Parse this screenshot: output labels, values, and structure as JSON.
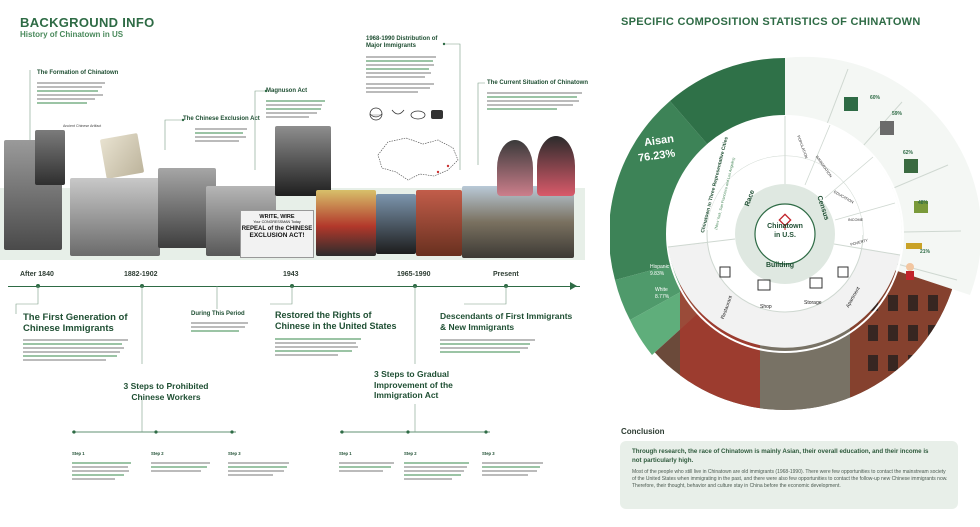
{
  "header": {
    "title": "BACKGROUND INFO",
    "subtitle": "History of Chinatown in US",
    "right_title": "SPECIFIC COMPOSITION STATISTICS OF CHINATOWN"
  },
  "top_labels": {
    "formation": "The Formation of Chinatown",
    "artifact": "Ancient Chinese Artifact",
    "exclusion": "The Chinese Exclusion Act",
    "magnuson": "Magnuson Act",
    "distribution": "1968-1990 Distribution of Major Immigrants",
    "current": "The Current Situation of Chinatown"
  },
  "timeline": {
    "years": [
      "After 1840",
      "1882-1902",
      "1943",
      "1965-1990",
      "Present"
    ]
  },
  "events": {
    "first_generation": "The First Generation of Chinese Immigrants",
    "during_period": "During This Period",
    "restored": "Restored the Rights of Chinese in the United States",
    "descendants": "Descendants of First Immigrants & New Immigrants",
    "three_steps_prohibited": "3 Steps to Prohibited Chinese Workers",
    "three_steps_gradual": "3 Steps to Gradual Improvement of the Immigration Act"
  },
  "steps": {
    "left": [
      "Step 1",
      "Step 2",
      "Step 3"
    ],
    "right": [
      "Step 1",
      "Step 2",
      "Step 3"
    ]
  },
  "poster": {
    "line1": "WRITE, WIRE",
    "line2": "Your CONGRESSMAN Today",
    "line3": "REPEAL of the CHINESE",
    "line4": "EXCLUSION ACT!"
  },
  "wheel": {
    "center_line1": "Chinatown",
    "center_line2": "in U.S.",
    "race": "Race",
    "census": "Census",
    "building": "Building",
    "three_cities": "Chinatown in Three Representative Cities",
    "cities_sub": "(New York, San Francisco and Los Angeles)",
    "asian_label": "Aisan",
    "asian_value": "76.23%",
    "hispanic_label": "Hispanic",
    "hispanic_value": "9.83%",
    "white_label": "White",
    "white_value": "8.77%",
    "census_items": [
      "POPULATION",
      "IMMIGRATION",
      "EDUCATION",
      "INCOME",
      "POVERTY"
    ],
    "census_values": [
      "60%",
      "59%",
      "62%",
      "48%",
      "21%"
    ],
    "building_items": [
      "Restaurant",
      "Shop",
      "Storage",
      "Apartment"
    ]
  },
  "conclusion": {
    "heading": "Conclusion",
    "bold_text": "Through research, the race of Chinatown is mainly Asian, their overall education, and their income is not particularly high.",
    "body": "Most of the people who still live in Chinatown are old immigrants (1968-1990). There were few opportunities to contact the mainstream society of the United States when immigrating in the past, and there were also few opportunities to contact the follow-up new Chinese immigrants now. Therefore, their thought, behavior and culture stay in China before the economic development."
  },
  "colors": {
    "dark_green": "#2e6b45",
    "mid_green": "#4a8a5c",
    "light_green": "#e8efe9"
  }
}
